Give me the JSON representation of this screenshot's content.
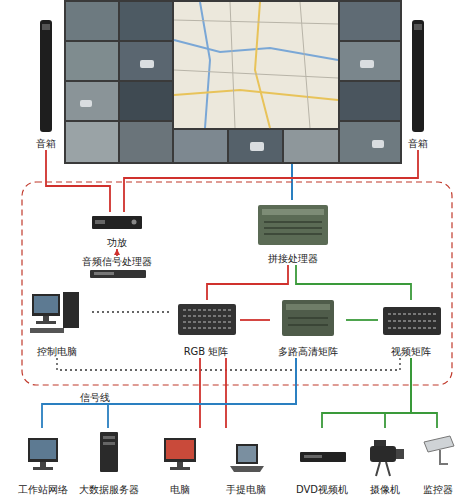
{
  "diagram": {
    "nodes": [
      {
        "text": [
          "音箱"
        ]
      },
      {
        "text": [
          "音箱"
        ]
      },
      {
        "text": [
          "功放"
        ]
      },
      {
        "text": [
          "拼接处理器"
        ]
      },
      {
        "text": [
          "音频信号处理器"
        ]
      },
      {
        "text": [
          "控制电脑"
        ]
      },
      {
        "text": [
          "RGB 矩阵"
        ]
      },
      {
        "text": [
          "多路高清矩阵"
        ]
      },
      {
        "text": [
          "视频矩阵"
        ]
      },
      {
        "text": [
          "工作站网络"
        ]
      },
      {
        "text": [
          "大数据服务器"
        ]
      },
      {
        "text": [
          "电脑"
        ]
      },
      {
        "text": [
          "手提电脑"
        ]
      },
      {
        "text": [
          "DVD视频机"
        ]
      },
      {
        "text": [
          "摄像机"
        ]
      },
      {
        "text": [
          "监控器"
        ]
      }
    ],
    "edges": [
      {
        "from": 2,
        "to": 0,
        "arrow": "none"
      },
      {
        "from": 2,
        "to": 1,
        "arrow": "none"
      },
      {
        "from": 4,
        "to": 2,
        "arrow": "to"
      },
      {
        "from": 3,
        "to": 6,
        "arrow": "none"
      },
      {
        "from": 3,
        "to": 8,
        "arrow": "none"
      },
      {
        "from": 6,
        "to": 7,
        "arrow": "none"
      },
      {
        "from": 7,
        "to": 8,
        "arrow": "none"
      },
      {
        "from": 5,
        "to": 6,
        "arrow": "none"
      },
      {
        "from": 5,
        "to": 8,
        "arrow": "none"
      },
      {
        "from": 6,
        "to": 11,
        "arrow": "none"
      },
      {
        "from": 6,
        "to": 12,
        "arrow": "none"
      },
      {
        "from": 9,
        "to": 7,
        "arrow": "none"
      },
      {
        "from": 10,
        "to": 7,
        "arrow": "none"
      },
      {
        "from": 8,
        "to": 13,
        "arrow": "none"
      },
      {
        "from": 8,
        "to": 14,
        "arrow": "none"
      },
      {
        "from": 8,
        "to": 15,
        "arrow": "none"
      }
    ],
    "labels": [
      "信号线"
    ]
  }
}
